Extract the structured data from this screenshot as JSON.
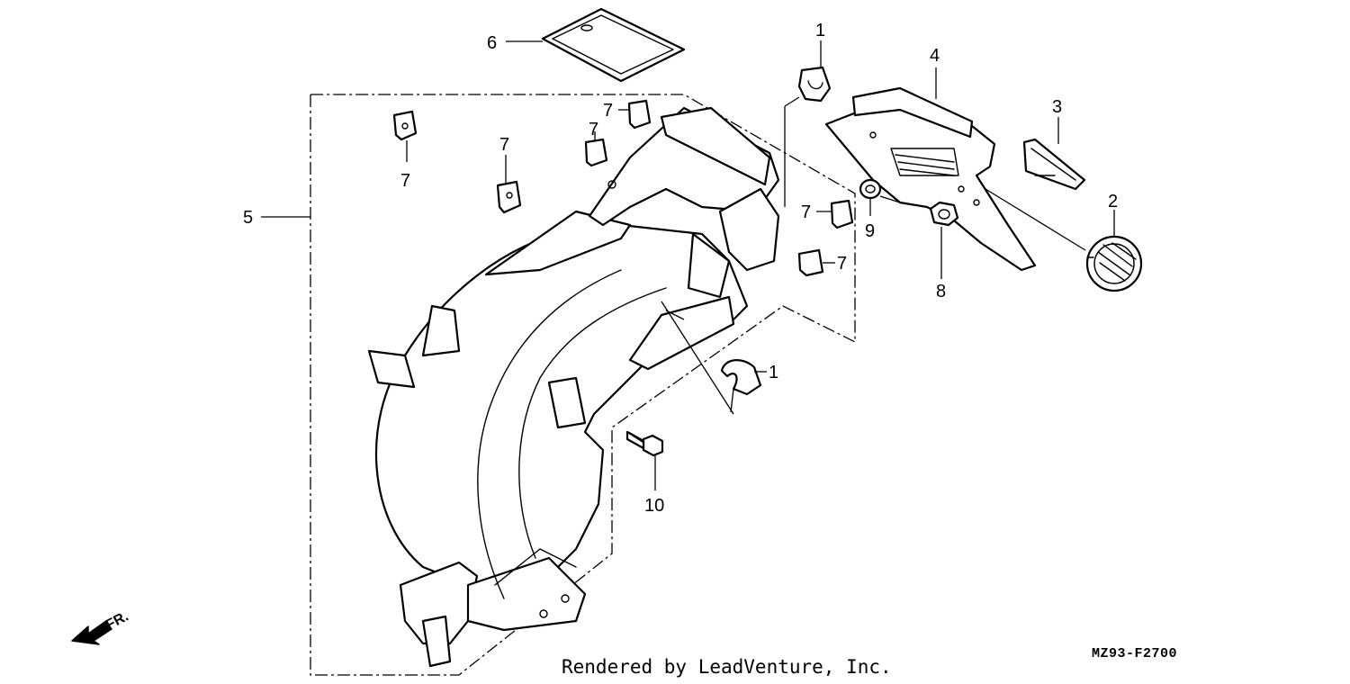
{
  "callouts": {
    "p1a": "1",
    "p1b": "1",
    "p2": "2",
    "p3": "3",
    "p4": "4",
    "p5": "5",
    "p6": "6",
    "p7a": "7",
    "p7b": "7",
    "p7c": "7",
    "p7d": "7",
    "p7e": "7",
    "p7f": "7",
    "p8": "8",
    "p9": "9",
    "p10": "10"
  },
  "front_label": "FR.",
  "diagram_code": "MZ93-F2700",
  "credit": "Rendered by LeadVenture, Inc."
}
